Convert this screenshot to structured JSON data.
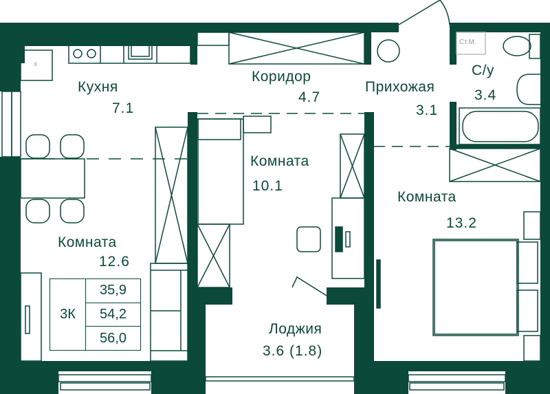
{
  "colors": {
    "wall": "#0b4a3a",
    "background": "#ffffff",
    "furniture_line": "#0b4a3a",
    "muted_text": "#9a9a9a"
  },
  "rooms": [
    {
      "id": "kitchen",
      "name": "Кухня",
      "area": "7.1"
    },
    {
      "id": "corridor",
      "name": "Коридор",
      "area": "4.7"
    },
    {
      "id": "hallway",
      "name": "Прихожая",
      "area": "3.1"
    },
    {
      "id": "bathroom",
      "name": "С/у",
      "area": "3.4"
    },
    {
      "id": "room_center",
      "name": "Комната",
      "area": "10.1"
    },
    {
      "id": "room_left",
      "name": "Комната",
      "area": "12.6"
    },
    {
      "id": "room_right",
      "name": "Комната",
      "area": "13.2"
    },
    {
      "id": "loggia",
      "name": "Лоджия",
      "area": "3.6 (1.8)"
    }
  ],
  "fixtures": {
    "washing_machine_label": "Ст.М.",
    "kitchen_box_mark": "x"
  },
  "summary_table": {
    "type": "3К",
    "living_area": "35,9",
    "total_area": "54,2",
    "total_with_loggia": "56,0"
  }
}
